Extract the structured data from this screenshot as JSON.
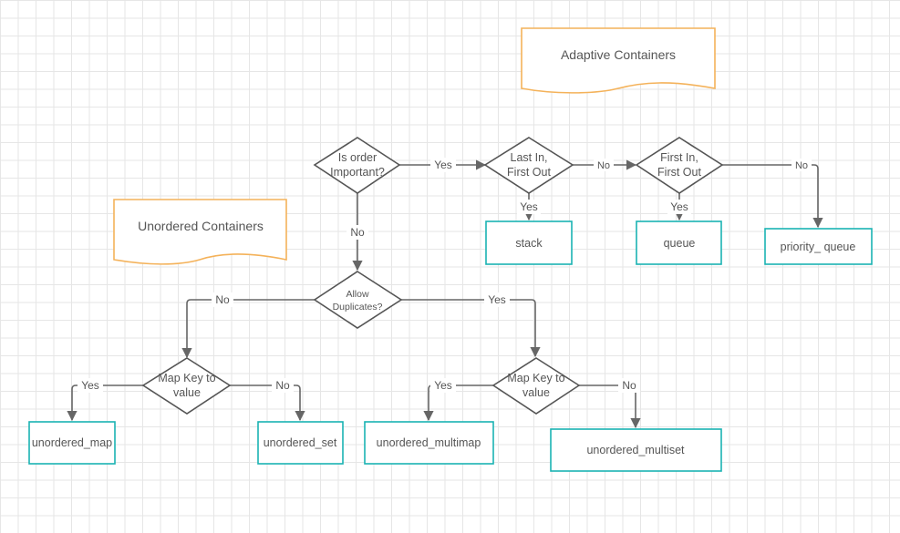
{
  "notes": {
    "adaptive": "Adaptive Containers",
    "unordered": "Unordered Containers"
  },
  "decisions": {
    "order_important": [
      "Is order",
      "Important?"
    ],
    "lifo": [
      "Last In,",
      "First Out"
    ],
    "fifo": [
      "First In,",
      "First Out"
    ],
    "duplicates": [
      "Allow",
      "Duplicates?"
    ],
    "map_key_left": [
      "Map Key to",
      "value"
    ],
    "map_key_right": [
      "Map Key to",
      "value"
    ]
  },
  "containers": {
    "stack": "stack",
    "queue": "queue",
    "priority_queue": "priority_ queue",
    "unordered_map": "unordered_map",
    "unordered_set": "unordered_set",
    "unordered_multimap": "unordered_multimap",
    "unordered_multiset": "unordered_multiset"
  },
  "edge_labels": {
    "order_yes": "Yes",
    "order_no": "No",
    "lifo_no": "No",
    "lifo_yes": "Yes",
    "fifo_no": "No",
    "fifo_yes": "Yes",
    "dup_no": "No",
    "dup_yes": "Yes",
    "mapl_yes": "Yes",
    "mapl_no": "No",
    "mapr_yes": "Yes",
    "mapr_no": "No"
  },
  "colors": {
    "container_border": "#1ab3b3",
    "note_border": "#f4b25a",
    "edge": "#666666",
    "text": "#555555"
  }
}
